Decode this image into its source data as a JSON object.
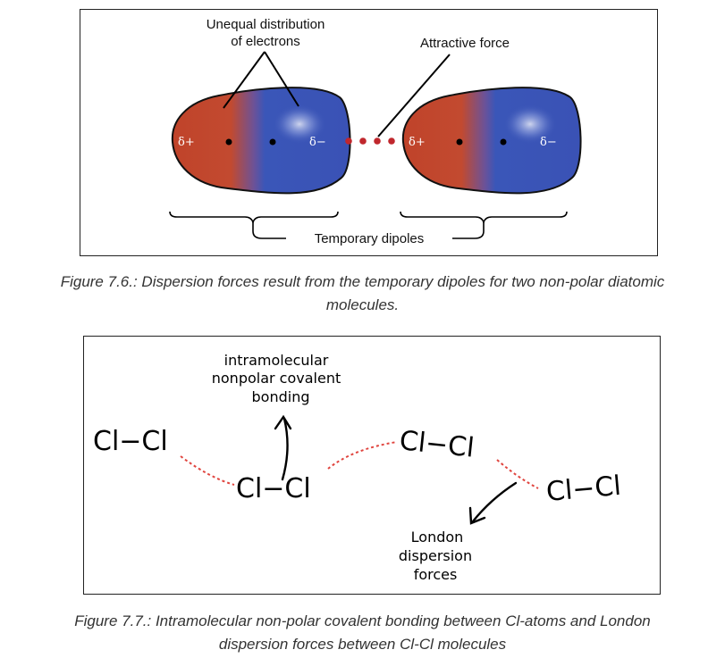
{
  "figure1": {
    "label_unequal_line1": "Unequal distribution",
    "label_unequal_line2": "of electrons",
    "label_attractive": "Attractive force",
    "label_temporary": "Temporary dipoles",
    "delta_plus": "δ+",
    "delta_minus": "δ−",
    "caption_line1": "Figure 7.6.: Dispersion forces result from the temporary dipoles for two non-polar diatomic",
    "caption_line2": "molecules.",
    "colors": {
      "positive": "#c0432a",
      "negative": "#3a56b8",
      "dots": "#c0272d"
    }
  },
  "figure2": {
    "molecule": "Cl−Cl",
    "label_intra_line1": "intramolecular",
    "label_intra_line2": "nonpolar covalent",
    "label_intra_line3": "bonding",
    "label_london_line1": "London",
    "label_london_line2": "dispersion",
    "label_london_line3": "forces",
    "caption_line1": "Figure 7.7.: Intramolecular non-polar covalent bonding between Cl-atoms and London",
    "caption_line2": "dispersion forces between Cl-Cl molecules",
    "colors": {
      "dashes": "#e0453f"
    }
  }
}
